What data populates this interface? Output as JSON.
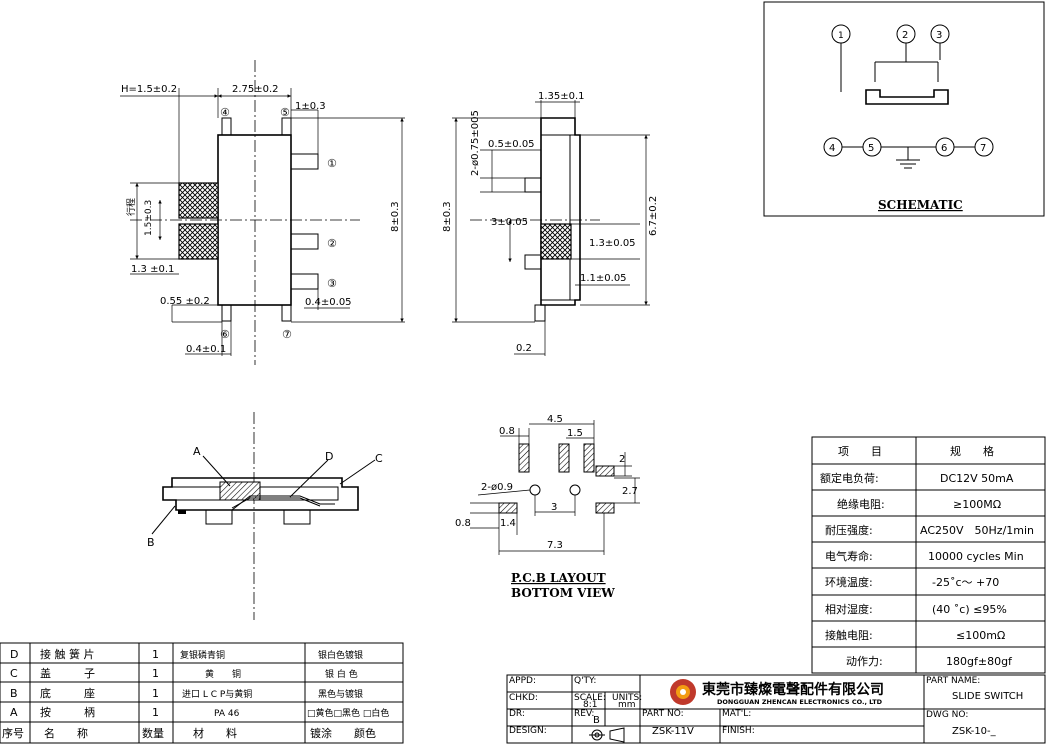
{
  "front_view": {
    "dim_height": "H=1.5±0.2",
    "dim_top_width": "2.75±0.2",
    "dim_tab_top": "1±0.3",
    "dim_body_height": "8±0.3",
    "dim_travel": "1.5±0.3",
    "dim_travel_label": "行程",
    "dim_left_tab": "1.3 ±0.1",
    "dim_bottom_offset": "0.55 ±0.2",
    "dim_pin_width": "0.4±0.05",
    "dim_bottom_pin": "0.4±0.1",
    "pins": [
      "①",
      "②",
      "③",
      "④",
      "⑤",
      "⑥",
      "⑦"
    ]
  },
  "side_view": {
    "dim_top": "1.35±0.1",
    "dim_holes": "2-ø0.75±005",
    "dim_tab": "0.5±0.05",
    "dim_height": "8±0.3",
    "dim_center": "3±0.05",
    "dim_right_height": "6.7±0.2",
    "dim_actuator": "1.3±0.05",
    "dim_base": "1.1±0.05",
    "dim_bottom": "0.2"
  },
  "schematic": {
    "title": "SCHEMATIC",
    "nodes": [
      "1",
      "2",
      "3",
      "4",
      "5",
      "6",
      "7"
    ]
  },
  "section": {
    "labels": [
      "A",
      "B",
      "C",
      "D"
    ]
  },
  "pcb_layout": {
    "title": "P.C.B LAYOUT",
    "subtitle": "BOTTOM VIEW",
    "dims": {
      "top_span": "4.5",
      "pad_w": "0.8",
      "pad_gap": "1.5",
      "pad_right": "2",
      "holes": "2-ø0.9",
      "height": "2.7",
      "hole_pitch": "3",
      "left_pad": "0.8",
      "left_w": "1.4",
      "total": "7.3"
    }
  },
  "spec_table": {
    "headers": [
      "项　　目",
      "规　　格"
    ],
    "rows": [
      [
        "额定电负荷:",
        "DC12V 50mA"
      ],
      [
        "绝缘电阻:",
        "≥100MΩ"
      ],
      [
        "耐压强度:",
        "AC250V　50Hz/1min"
      ],
      [
        "电气寿命:",
        "10000 cycles Min"
      ],
      [
        "环境温度:",
        "-25˚c～ +70"
      ],
      [
        "相对湿度:",
        "(40 ˚c) ≤95%"
      ],
      [
        "接触电阻:",
        "≤100mΩ"
      ],
      [
        "动作力:",
        "180gf±80gf"
      ]
    ]
  },
  "bom_table": {
    "rows": [
      [
        "D",
        "接 触 簧 片",
        "1",
        "复银磷青铜",
        "银白色镀银"
      ],
      [
        "C",
        "盖　　　子",
        "1",
        "黄　　铜",
        "银 白 色"
      ],
      [
        "B",
        "底　　　座",
        "1",
        "进口 L C P与黄铜",
        "黑色与镀银"
      ],
      [
        "A",
        "按　　　柄",
        "1",
        "PA 46",
        "□黄色□黑色 □白色"
      ]
    ],
    "header": [
      "序号",
      "名　　称",
      "数量",
      "材　　料",
      "镀涂　　颜色"
    ]
  },
  "title_block": {
    "appd": "APPD:",
    "qty": "Q'TY:",
    "chkd": "CHKD:",
    "scale_label": "SCALE:",
    "scale": "8:1",
    "units_label": "UNITS:",
    "units": "mm",
    "dr": "DR:",
    "rev_label": "REV:",
    "rev": "B",
    "part_no_label": "PART NO:",
    "part_no": "ZSK-11V",
    "desgn": "DESIGN:",
    "matl": "MAT'L:",
    "finish": "FINISH:",
    "company_cn": "東莞市臻燦電聲配件有限公司",
    "company_en": "DONGGUAN ZHENCAN ELECTRONICS CO., LTD",
    "part_name_label": "PART NAME:",
    "part_name": "SLIDE SWITCH",
    "dwg_no_label": "DWG NO:",
    "dwg_no": "ZSK-10-_"
  }
}
